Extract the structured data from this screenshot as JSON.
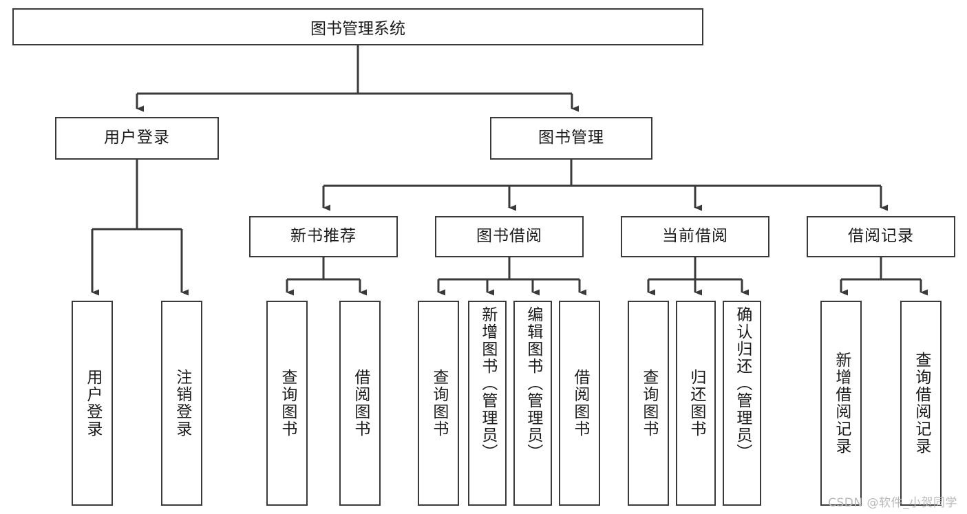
{
  "diagram": {
    "title_node": {
      "label": "图书管理系统"
    },
    "level2": [
      {
        "key": "user_login",
        "label": "用户登录"
      },
      {
        "key": "book_manage",
        "label": "图书管理"
      }
    ],
    "level3": [
      {
        "key": "new_book_rec",
        "label": "新书推荐"
      },
      {
        "key": "book_borrow",
        "label": "图书借阅"
      },
      {
        "key": "current_borrow",
        "label": "当前借阅"
      },
      {
        "key": "borrow_record",
        "label": "借阅记录"
      }
    ],
    "leaves": [
      {
        "key": "leaf-user-login",
        "label": "用户登录"
      },
      {
        "key": "leaf-logout",
        "label": "注销登录"
      },
      {
        "key": "leaf-query-book-rec",
        "label": "查询图书"
      },
      {
        "key": "leaf-borrow-book-rec",
        "label": "借阅图书"
      },
      {
        "key": "leaf-query-book-borrow",
        "label": "查询图书"
      },
      {
        "key": "leaf-add-book-admin",
        "label": "新增图书（管理员）"
      },
      {
        "key": "leaf-edit-book-admin",
        "label": "编辑图书（管理员）"
      },
      {
        "key": "leaf-borrow-book",
        "label": "借阅图书"
      },
      {
        "key": "leaf-query-book-current",
        "label": "查询图书"
      },
      {
        "key": "leaf-return-book",
        "label": "归还图书"
      },
      {
        "key": "leaf-confirm-return-admin",
        "label": "确认归还（管理员）"
      },
      {
        "key": "leaf-add-borrow-record",
        "label": "新增借阅记录"
      },
      {
        "key": "leaf-query-borrow-record",
        "label": "查询借阅记录"
      }
    ],
    "watermark": "CSDN @软件_小贺同学",
    "colors": {
      "stroke": "#3a3a3a",
      "fill": "#ffffff",
      "text": "#1b1b1b",
      "watermark": "#b9b9b9"
    }
  }
}
